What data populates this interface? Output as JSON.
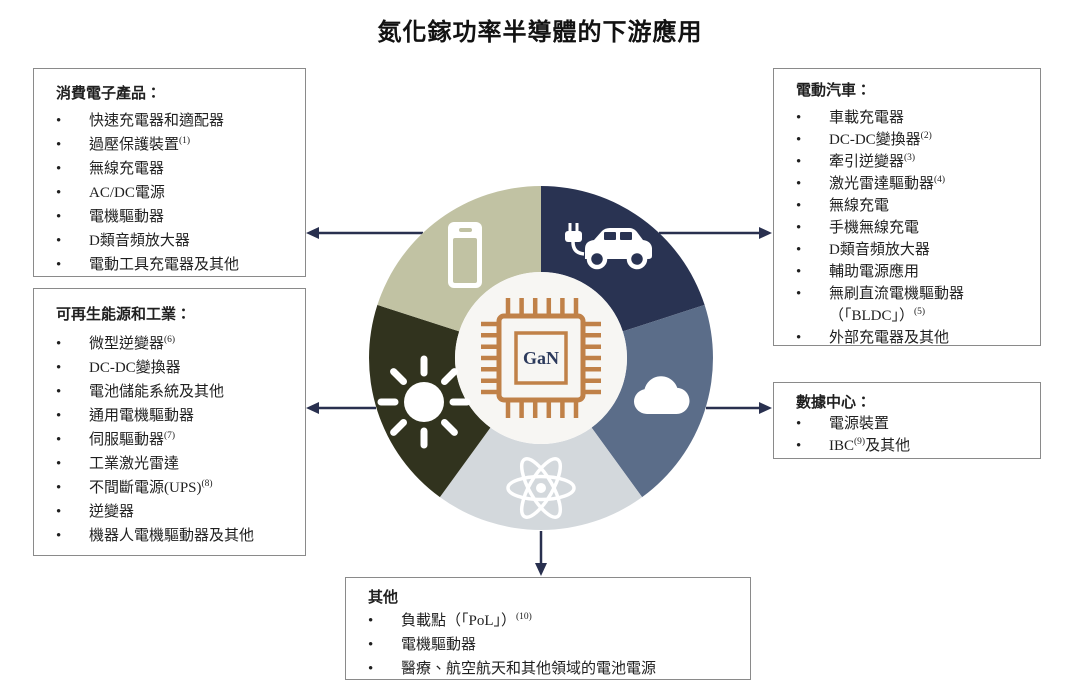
{
  "title": "氮化鎵功率半導體的下游應用",
  "center": {
    "chip_label": "GaN"
  },
  "colors": {
    "arrow": "#29304f",
    "chip_outline": "#c08148",
    "chip_label": "#2c3a5c",
    "inner_circle": "#f7f6f3",
    "icon": "#ffffff",
    "box_border": "#8a8a8a",
    "text": "#1f1f1f"
  },
  "wheel": {
    "segments": [
      {
        "name": "electric-vehicles",
        "icon": "car-icon",
        "color": "#293352"
      },
      {
        "name": "data-centers",
        "icon": "cloud-icon",
        "color": "#5b6d89"
      },
      {
        "name": "others",
        "icon": "atom-icon",
        "color": "#d3d8dc"
      },
      {
        "name": "renewables-industrial",
        "icon": "sun-icon",
        "color": "#31331e"
      },
      {
        "name": "consumer-electronics",
        "icon": "phone-icon",
        "color": "#c1c2a3"
      }
    ]
  },
  "boxes": {
    "consumer": {
      "title": "消費電子產品：",
      "items": [
        {
          "runs": [
            {
              "t": "快速充電器和適配器"
            }
          ]
        },
        {
          "runs": [
            {
              "t": "過壓保護裝置"
            },
            {
              "sup": "(1)"
            }
          ]
        },
        {
          "runs": [
            {
              "t": "無線充電器"
            }
          ]
        },
        {
          "runs": [
            {
              "t": "AC/DC電源"
            }
          ]
        },
        {
          "runs": [
            {
              "t": "電機驅動器"
            }
          ]
        },
        {
          "runs": [
            {
              "t": "D類音頻放大器"
            }
          ]
        },
        {
          "runs": [
            {
              "t": "電動工具充電器及其他"
            }
          ]
        }
      ]
    },
    "renewables": {
      "title": "可再生能源和工業：",
      "items": [
        {
          "runs": [
            {
              "t": "微型逆變器"
            },
            {
              "sup": "(6)"
            }
          ]
        },
        {
          "runs": [
            {
              "t": "DC-DC變換器"
            }
          ]
        },
        {
          "runs": [
            {
              "t": "電池儲能系統及其他"
            }
          ]
        },
        {
          "runs": [
            {
              "t": "通用電機驅動器"
            }
          ]
        },
        {
          "runs": [
            {
              "t": "伺服驅動器"
            },
            {
              "sup": "(7)"
            }
          ]
        },
        {
          "runs": [
            {
              "t": "工業激光雷達"
            }
          ]
        },
        {
          "runs": [
            {
              "t": "不間斷電源(UPS)"
            },
            {
              "sup": "(8)"
            }
          ]
        },
        {
          "runs": [
            {
              "t": "逆變器"
            }
          ]
        },
        {
          "runs": [
            {
              "t": "機器人電機驅動器及其他"
            }
          ]
        }
      ]
    },
    "ev": {
      "title": "電動汽車：",
      "items": [
        {
          "runs": [
            {
              "t": "車載充電器"
            }
          ]
        },
        {
          "runs": [
            {
              "t": "DC-DC變換器"
            },
            {
              "sup": "(2)"
            }
          ]
        },
        {
          "runs": [
            {
              "t": "牽引逆變器"
            },
            {
              "sup": "(3)"
            }
          ]
        },
        {
          "runs": [
            {
              "t": "激光雷達驅動器"
            },
            {
              "sup": "(4)"
            }
          ]
        },
        {
          "runs": [
            {
              "t": "無線充電"
            }
          ]
        },
        {
          "runs": [
            {
              "t": "手機無線充電"
            }
          ]
        },
        {
          "runs": [
            {
              "t": "D類音頻放大器"
            }
          ]
        },
        {
          "runs": [
            {
              "t": "輔助電源應用"
            }
          ]
        },
        {
          "runs": [
            {
              "t": "無刷直流電機驅動器"
            }
          ]
        },
        {
          "bullet": false,
          "runs": [
            {
              "t": "（「BLDC」）"
            },
            {
              "sup": "(5)"
            }
          ]
        },
        {
          "runs": [
            {
              "t": "外部充電器及其他"
            }
          ]
        }
      ]
    },
    "datacenter": {
      "title": "數據中心：",
      "items": [
        {
          "runs": [
            {
              "t": "電源裝置"
            }
          ]
        },
        {
          "runs": [
            {
              "t": "IBC"
            },
            {
              "sup": "(9)"
            },
            {
              "t": "及其他"
            }
          ]
        }
      ]
    },
    "others": {
      "title": "其他",
      "items": [
        {
          "runs": [
            {
              "t": "負載點（「PoL」）"
            },
            {
              "sup": "(10)"
            }
          ]
        },
        {
          "runs": [
            {
              "t": "電機驅動器"
            }
          ]
        },
        {
          "runs": [
            {
              "t": "醫療、航空航天和其他領域的電池電源"
            }
          ]
        }
      ]
    }
  }
}
